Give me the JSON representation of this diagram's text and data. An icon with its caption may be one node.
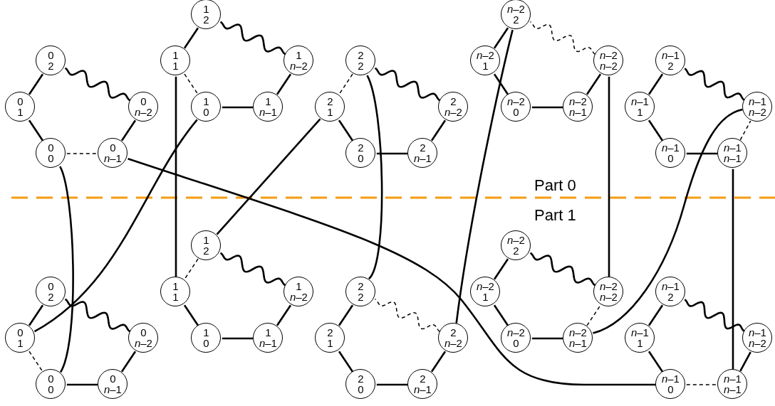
{
  "diagram": {
    "nodes": [
      {
        "text": [
          "0",
          "2"
        ]
      },
      {
        "text": [
          "0",
          "1"
        ]
      },
      {
        "text": [
          "0",
          "0"
        ]
      },
      {
        "text": [
          "0",
          "*n*–1"
        ]
      },
      {
        "text": [
          "0",
          "*n*–2"
        ]
      },
      {
        "text": [
          "1",
          "2"
        ]
      },
      {
        "text": [
          "1",
          "1"
        ]
      },
      {
        "text": [
          "1",
          "0"
        ]
      },
      {
        "text": [
          "1",
          "*n*–1"
        ]
      },
      {
        "text": [
          "1",
          "*n*–2"
        ]
      },
      {
        "text": [
          "2",
          "2"
        ]
      },
      {
        "text": [
          "2",
          "1"
        ]
      },
      {
        "text": [
          "2",
          "0"
        ]
      },
      {
        "text": [
          "2",
          "*n*–1"
        ]
      },
      {
        "text": [
          "2",
          "*n*–2"
        ]
      },
      {
        "text": [
          "*n*–2",
          "2"
        ]
      },
      {
        "text": [
          "*n*–2",
          "1"
        ]
      },
      {
        "text": [
          "*n*–2",
          "0"
        ]
      },
      {
        "text": [
          "*n*–2",
          "*n*–1"
        ]
      },
      {
        "text": [
          "*n*–2",
          "*n*–2"
        ]
      },
      {
        "text": [
          "*n*–1",
          "2"
        ]
      },
      {
        "text": [
          "*n*–1",
          "1"
        ]
      },
      {
        "text": [
          "*n*–1",
          "0"
        ]
      },
      {
        "text": [
          "*n*–1",
          "*n*–1"
        ]
      },
      {
        "text": [
          "*n*–1",
          "*n*–2"
        ]
      },
      {
        "text": [
          "0",
          "2"
        ]
      },
      {
        "text": [
          "0",
          "1"
        ]
      },
      {
        "text": [
          "0",
          "0"
        ]
      },
      {
        "text": [
          "0",
          "*n*–1"
        ]
      },
      {
        "text": [
          "0",
          "*n*–2"
        ]
      },
      {
        "text": [
          "1",
          "2"
        ]
      },
      {
        "text": [
          "1",
          "1"
        ]
      },
      {
        "text": [
          "1",
          "0"
        ]
      },
      {
        "text": [
          "1",
          "*n*–1"
        ]
      },
      {
        "text": [
          "1",
          "*n*–2"
        ]
      },
      {
        "text": [
          "2",
          "2"
        ]
      },
      {
        "text": [
          "2",
          "1"
        ]
      },
      {
        "text": [
          "2",
          "0"
        ]
      },
      {
        "text": [
          "2",
          "*n*–1"
        ]
      },
      {
        "text": [
          "2",
          "*n*–2"
        ]
      },
      {
        "text": [
          "*n*–2",
          "2"
        ]
      },
      {
        "text": [
          "*n*–2",
          "1"
        ]
      },
      {
        "text": [
          "*n*–2",
          "0"
        ]
      },
      {
        "text": [
          "*n*–2",
          "*n*–1"
        ]
      },
      {
        "text": [
          "*n*–2",
          "*n*–2"
        ]
      },
      {
        "text": [
          "*n*–1",
          "2"
        ]
      },
      {
        "text": [
          "*n*–1",
          "1"
        ]
      },
      {
        "text": [
          "*n*–1",
          "0"
        ]
      },
      {
        "text": [
          "*n*–1",
          "*n*–1"
        ]
      },
      {
        "text": [
          "*n*–1",
          "*n*–2"
        ]
      }
    ],
    "edges": [
      {
        "from": 0,
        "to": 1,
        "arrow": "none"
      },
      {
        "from": 1,
        "to": 2,
        "arrow": "none"
      },
      {
        "from": 2,
        "to": 3,
        "arrow": "none",
        "style": "dashed"
      },
      {
        "from": 3,
        "to": 4,
        "arrow": "none"
      },
      {
        "from": 4,
        "to": 0,
        "arrow": "none"
      },
      {
        "from": 5,
        "to": 6,
        "arrow": "none"
      },
      {
        "from": 6,
        "to": 7,
        "arrow": "none",
        "style": "dashed"
      },
      {
        "from": 7,
        "to": 8,
        "arrow": "none"
      },
      {
        "from": 8,
        "to": 9,
        "arrow": "none"
      },
      {
        "from": 9,
        "to": 5,
        "arrow": "none"
      },
      {
        "from": 10,
        "to": 11,
        "arrow": "none",
        "style": "dashed"
      },
      {
        "from": 11,
        "to": 12,
        "arrow": "none"
      },
      {
        "from": 12,
        "to": 13,
        "arrow": "none"
      },
      {
        "from": 13,
        "to": 14,
        "arrow": "none"
      },
      {
        "from": 14,
        "to": 10,
        "arrow": "none"
      },
      {
        "from": 15,
        "to": 16,
        "arrow": "none"
      },
      {
        "from": 16,
        "to": 17,
        "arrow": "none"
      },
      {
        "from": 17,
        "to": 18,
        "arrow": "none"
      },
      {
        "from": 18,
        "to": 19,
        "arrow": "none"
      },
      {
        "from": 19,
        "to": 15,
        "arrow": "none",
        "style": "dashed"
      },
      {
        "from": 20,
        "to": 21,
        "arrow": "none"
      },
      {
        "from": 21,
        "to": 22,
        "arrow": "none"
      },
      {
        "from": 22,
        "to": 23,
        "arrow": "none"
      },
      {
        "from": 23,
        "to": 24,
        "arrow": "none",
        "style": "dashed"
      },
      {
        "from": 24,
        "to": 20,
        "arrow": "none"
      },
      {
        "from": 25,
        "to": 26,
        "arrow": "none"
      },
      {
        "from": 26,
        "to": 27,
        "arrow": "none",
        "style": "dashed"
      },
      {
        "from": 27,
        "to": 28,
        "arrow": "none"
      },
      {
        "from": 28,
        "to": 29,
        "arrow": "none"
      },
      {
        "from": 29,
        "to": 25,
        "arrow": "none"
      },
      {
        "from": 30,
        "to": 31,
        "arrow": "none",
        "style": "dashed"
      },
      {
        "from": 31,
        "to": 32,
        "arrow": "none"
      },
      {
        "from": 32,
        "to": 33,
        "arrow": "none"
      },
      {
        "from": 33,
        "to": 34,
        "arrow": "none"
      },
      {
        "from": 34,
        "to": 30,
        "arrow": "none"
      },
      {
        "from": 35,
        "to": 36,
        "arrow": "none"
      },
      {
        "from": 36,
        "to": 37,
        "arrow": "none"
      },
      {
        "from": 37,
        "to": 38,
        "arrow": "none"
      },
      {
        "from": 38,
        "to": 39,
        "arrow": "none"
      },
      {
        "from": 39,
        "to": 35,
        "arrow": "none",
        "style": "dashed"
      },
      {
        "from": 40,
        "to": 41,
        "arrow": "none"
      },
      {
        "from": 41,
        "to": 42,
        "arrow": "none"
      },
      {
        "from": 42,
        "to": 43,
        "arrow": "none"
      },
      {
        "from": 43,
        "to": 44,
        "arrow": "none",
        "style": "dashed"
      },
      {
        "from": 44,
        "to": 40,
        "arrow": "none"
      },
      {
        "from": 45,
        "to": 46,
        "arrow": "none"
      },
      {
        "from": 46,
        "to": 47,
        "arrow": "none"
      },
      {
        "from": 47,
        "to": 48,
        "arrow": "none",
        "style": "dashed"
      },
      {
        "from": 48,
        "to": 49,
        "arrow": "none"
      },
      {
        "from": 49,
        "to": 45,
        "arrow": "none"
      },
      {
        "from": 2,
        "to": 27,
        "arrow": "none"
      },
      {
        "from": 7,
        "to": 26,
        "arrow": "none"
      },
      {
        "from": 6,
        "to": 31,
        "arrow": "none"
      },
      {
        "from": 3,
        "to": 47,
        "arrow": "none"
      },
      {
        "from": 11,
        "to": 30,
        "arrow": "none"
      },
      {
        "from": 10,
        "to": 35,
        "arrow": "none"
      },
      {
        "from": 15,
        "to": 39,
        "arrow": "none"
      },
      {
        "from": 19,
        "to": 44,
        "arrow": "none"
      },
      {
        "from": 24,
        "to": 43,
        "arrow": "none"
      },
      {
        "from": 23,
        "to": 48,
        "arrow": "none"
      }
    ],
    "labels": [
      "Part 0",
      "Part 1"
    ]
  }
}
